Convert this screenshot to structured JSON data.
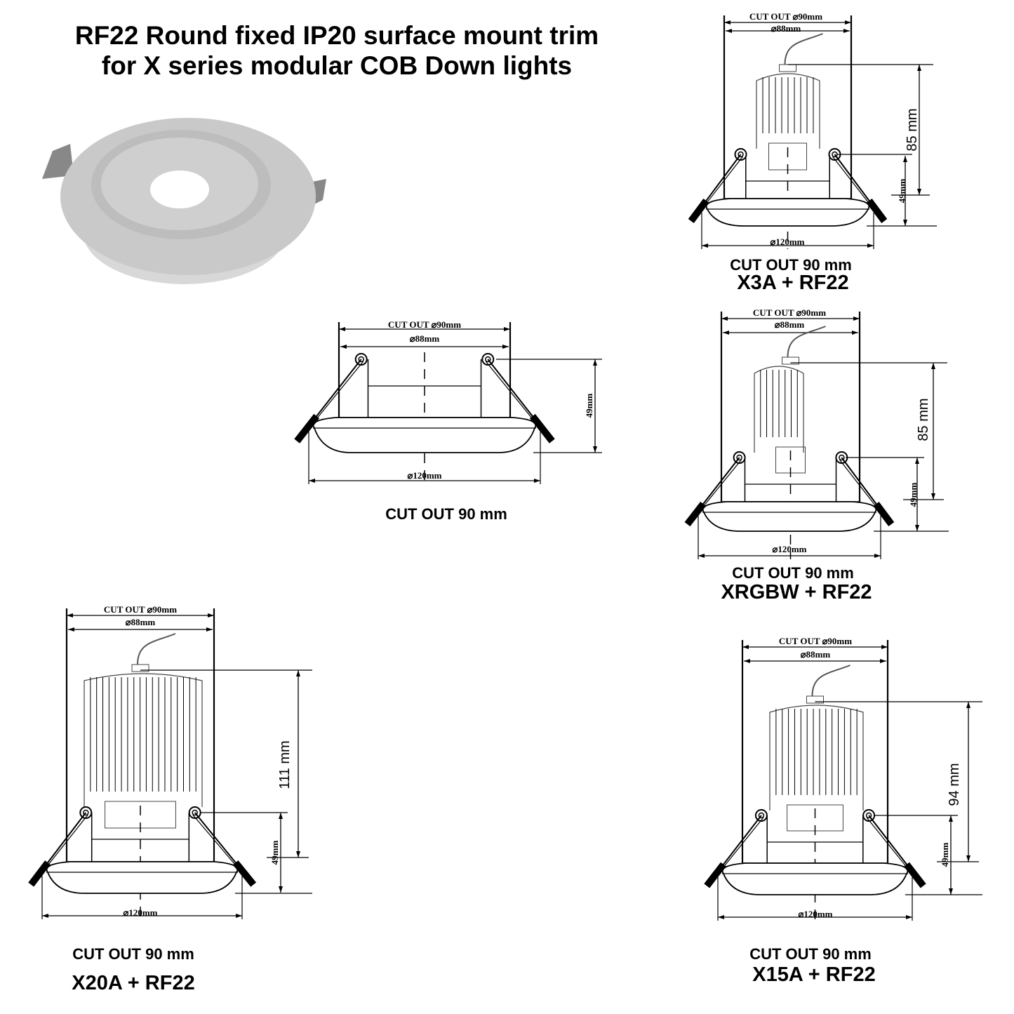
{
  "title": {
    "line1": "RF22 Round fixed IP20 surface mount trim",
    "line2": "for X series modular COB Down lights"
  },
  "colors": {
    "line": "#000000",
    "photo_body": "#c9c9c9",
    "photo_dark": "#8a8a8a"
  },
  "diagrams": [
    {
      "id": "x3a",
      "cutout_dim": "CUT OUT ⌀90mm",
      "inner_dim": "⌀88mm",
      "outer_dim": "⌀120mm",
      "height_dim": "85 mm",
      "trim_height_dim": "49mm",
      "caption": "CUT OUT 90 mm",
      "model": "X3A + RF22"
    },
    {
      "id": "trim",
      "cutout_dim": "CUT OUT ⌀90mm",
      "inner_dim": "⌀88mm",
      "outer_dim": "⌀120mm",
      "trim_height_dim": "49mm",
      "caption": "CUT OUT 90 mm"
    },
    {
      "id": "xrgbw",
      "cutout_dim": "CUT OUT ⌀90mm",
      "inner_dim": "⌀88mm",
      "outer_dim": "⌀120mm",
      "height_dim": "85 mm",
      "trim_height_dim": "49mm",
      "caption": "CUT OUT 90 mm",
      "model": "XRGBW + RF22"
    },
    {
      "id": "x20a",
      "cutout_dim": "CUT OUT ⌀90mm",
      "inner_dim": "⌀88mm",
      "outer_dim": "⌀120mm",
      "height_dim": "111 mm",
      "trim_height_dim": "49mm",
      "caption": "CUT OUT 90 mm",
      "model": "X20A + RF22"
    },
    {
      "id": "x15a",
      "cutout_dim": "CUT OUT ⌀90mm",
      "inner_dim": "⌀88mm",
      "outer_dim": "⌀120mm",
      "height_dim": "94 mm",
      "trim_height_dim": "49mm",
      "caption": "CUT OUT 90 mm",
      "model": "X15A + RF22"
    }
  ]
}
